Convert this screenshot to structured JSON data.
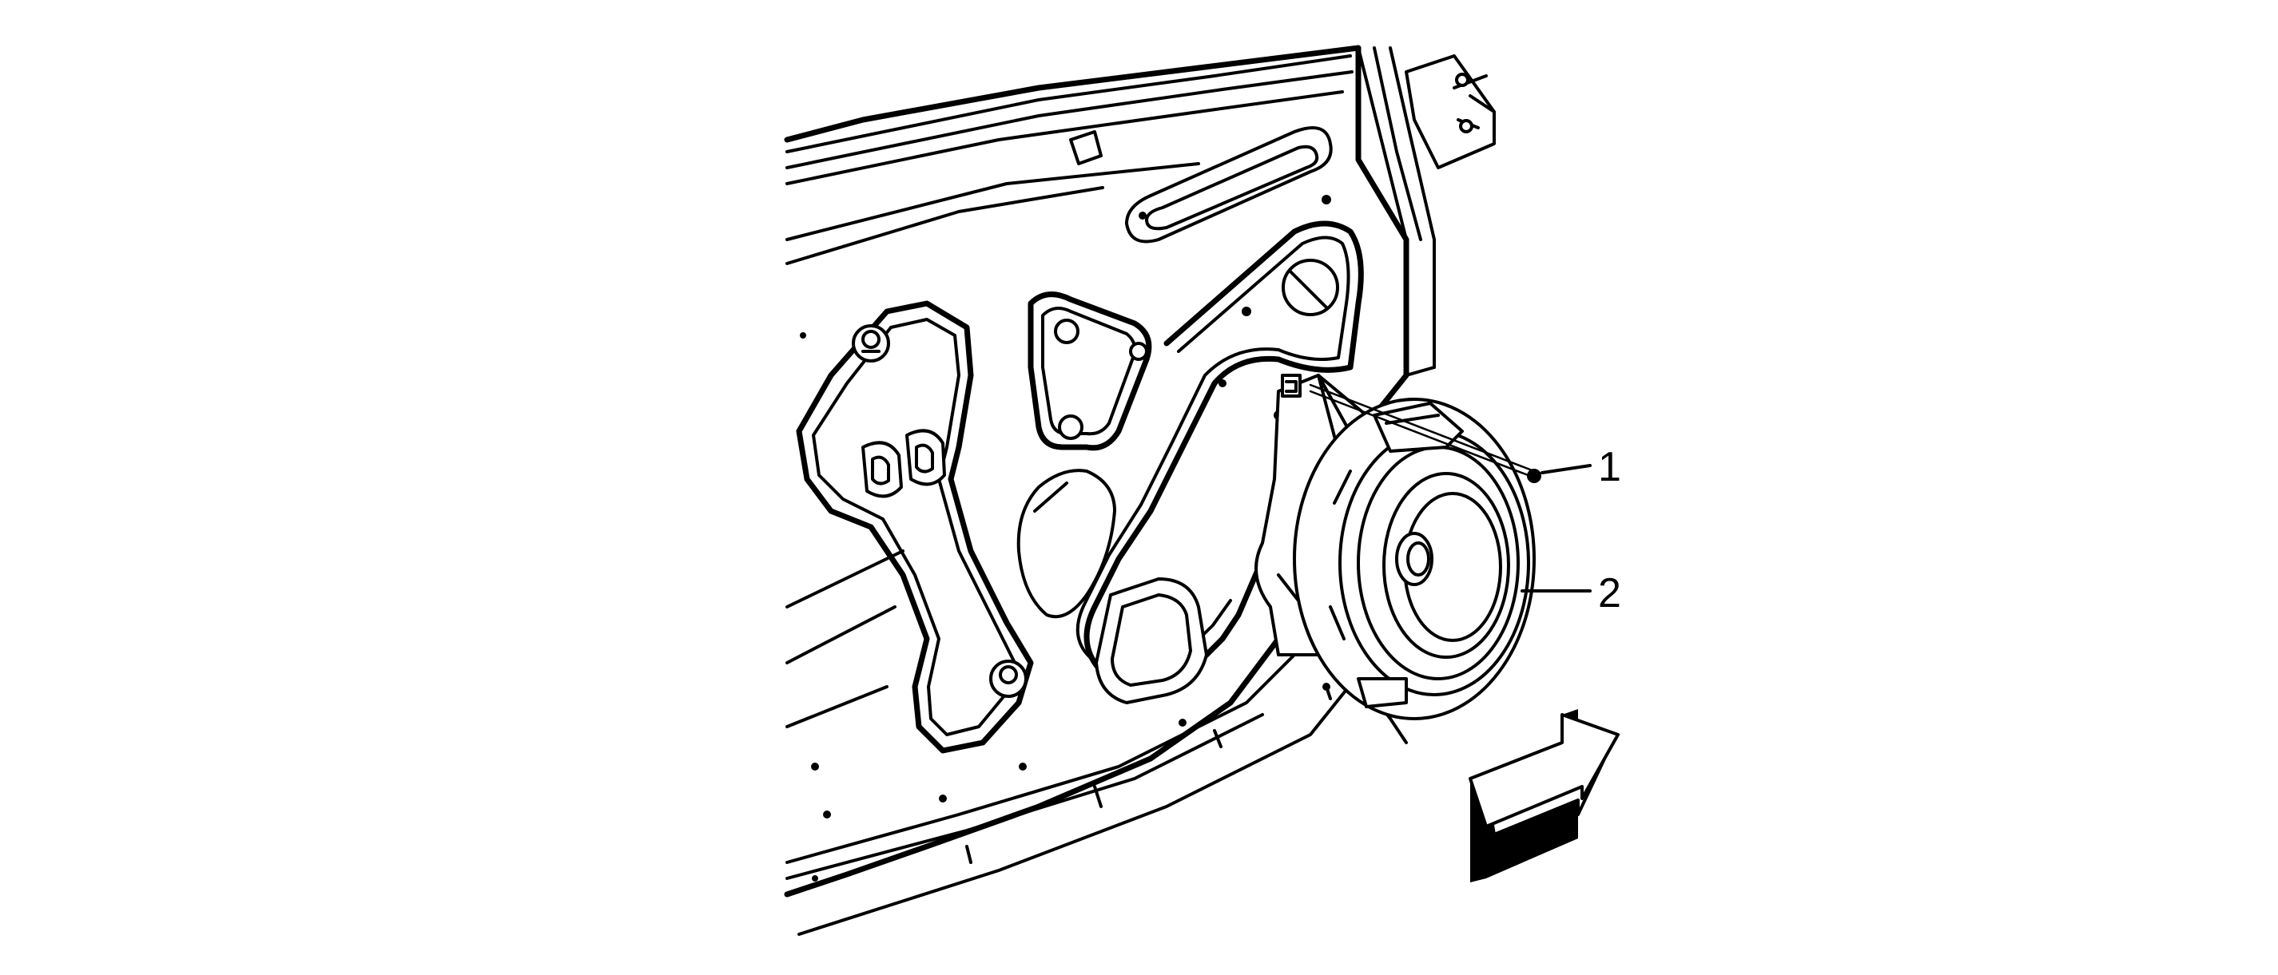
{
  "diagram": {
    "subject": "door-speaker-installation",
    "callouts": [
      {
        "label": "1",
        "target": "speaker-fastener"
      },
      {
        "label": "2",
        "target": "door-speaker"
      }
    ],
    "direction_arrow": "front-of-vehicle-arrow",
    "colors": {
      "line": "#000000",
      "background": "#ffffff"
    }
  }
}
